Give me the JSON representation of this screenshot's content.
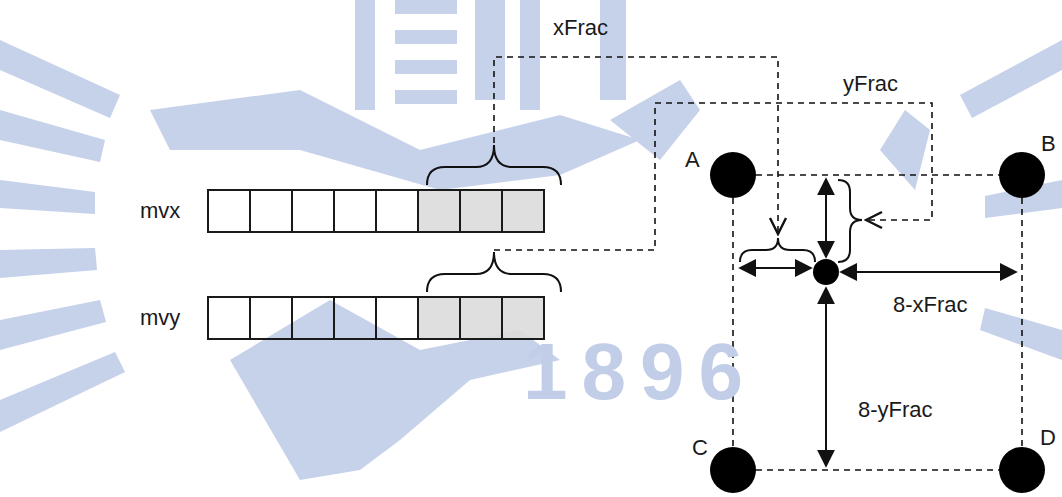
{
  "diagram": {
    "nodes": [
      {
        "text": [
          "mvx"
        ]
      },
      {
        "text": [
          "mvy"
        ]
      },
      {
        "text": [
          "A"
        ]
      },
      {
        "text": [
          "B"
        ]
      },
      {
        "text": [
          "C"
        ]
      },
      {
        "text": [
          "D"
        ]
      }
    ],
    "edges": [
      {
        "from": 2,
        "to": 3,
        "arrow": "none"
      },
      {
        "from": 2,
        "to": 4,
        "arrow": "none"
      },
      {
        "from": 3,
        "to": 5,
        "arrow": "none"
      },
      {
        "from": 4,
        "to": 5,
        "arrow": "none"
      }
    ],
    "labels": [
      "xFrac",
      "yFrac",
      "8-xFrac",
      "8-yFrac",
      "1896"
    ]
  }
}
